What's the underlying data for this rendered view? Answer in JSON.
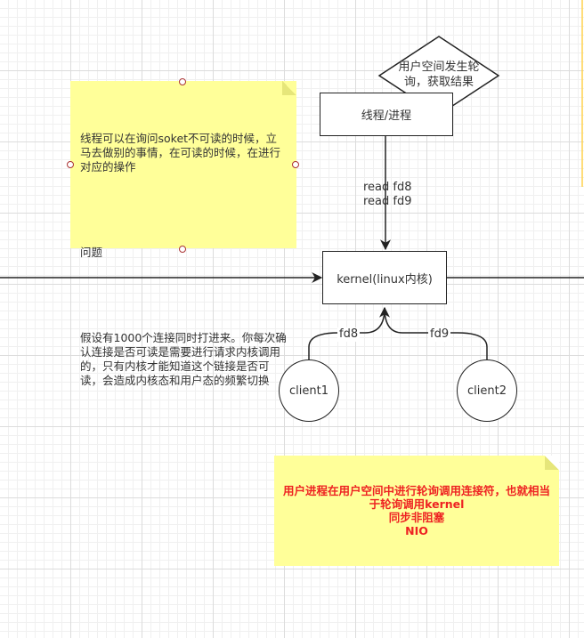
{
  "note_left": {
    "lines": [
      "线程可以在询问soket不可读的时候，立马去做别的事情，在可读的时候，在进行对应的操作",
      "",
      "问题",
      "",
      "假设有1000个连接同时打进来。你每次确认连接是否可读是需要进行请求内核调用的，只有内核才能知道这个链接是否可读，会造成内核态和用户态的频繁切换"
    ]
  },
  "diamond": {
    "text": "用户空间发生轮询，获取结果"
  },
  "process_box": {
    "label": "线程/进程"
  },
  "edge_read": {
    "line1": "read fd8",
    "line2": "read fd9"
  },
  "kernel_box": {
    "label": "kernel(linux内核)"
  },
  "client1": {
    "label": "client1",
    "edge_label": "fd8"
  },
  "client2": {
    "label": "client2",
    "edge_label": "fd9"
  },
  "note_bottom": {
    "line1": "用户进程在用户空间中进行轮询调用连接符，也就相当于轮询调用kernel",
    "line2": "同步非阻塞",
    "line3": "NIO"
  },
  "colors": {
    "note_fill": "#ffff99",
    "emphasis_text": "#ee2222",
    "stroke": "#222222",
    "selection_handle": "#aa3333"
  }
}
